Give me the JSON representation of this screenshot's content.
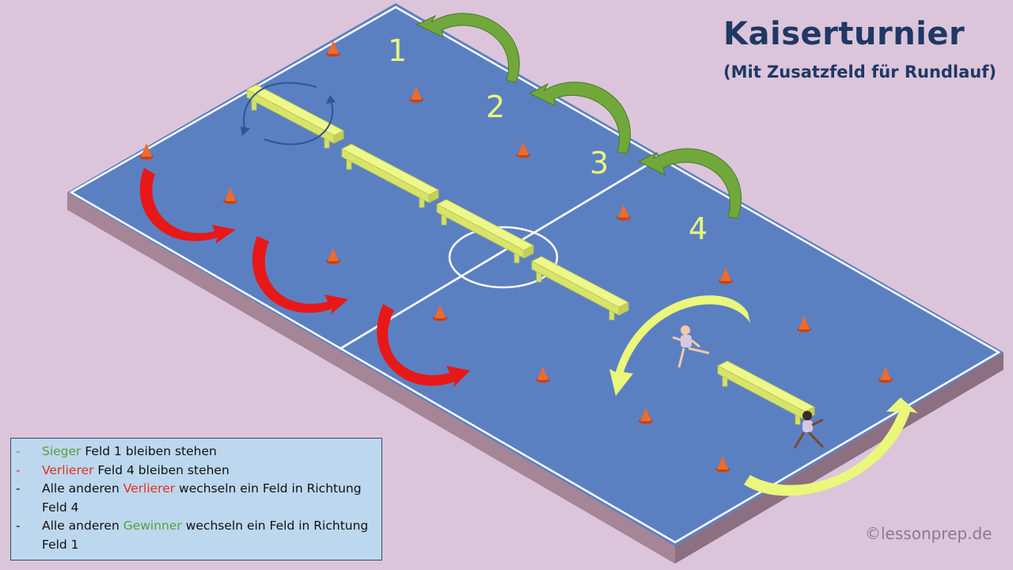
{
  "title": "Kaiserturnier",
  "subtitle": "(Mit Zusatzfeld für Rundlauf)",
  "field_numbers": [
    "1",
    "2",
    "3",
    "4"
  ],
  "copyright": "©lessonprep.de",
  "rules": [
    {
      "dash": "-",
      "parts": [
        {
          "text": "Sieger",
          "color": "green"
        },
        {
          "text": " Feld 1 bleiben stehen",
          "color": "default"
        }
      ]
    },
    {
      "dash": "-",
      "parts": [
        {
          "text": "Verlierer",
          "color": "red"
        },
        {
          "text": " Feld 4 bleiben stehen",
          "color": "default"
        }
      ]
    },
    {
      "dash": "-",
      "parts": [
        {
          "text": "Alle anderen ",
          "color": "default"
        },
        {
          "text": "Verlierer",
          "color": "red"
        },
        {
          "text": " wechseln ein Feld in Richtung Feld 4",
          "color": "default"
        }
      ]
    },
    {
      "dash": "-",
      "parts": [
        {
          "text": "Alle anderen ",
          "color": "default"
        },
        {
          "text": "Gewinner",
          "color": "green"
        },
        {
          "text": " wechseln ein Feld in Richtung Feld 1",
          "color": "default"
        }
      ]
    }
  ],
  "colors": {
    "background": "#dcc5da",
    "court": "#5a7fc0",
    "court_side": "#9e8090",
    "bench": "#e6f27a",
    "cone": "#f06a2a",
    "green_arrow": "#6ea33a",
    "red_arrow": "#e81818",
    "yellow_arrow": "#eaf77a",
    "rotation_arrow": "#2f5597",
    "title": "#1f3864"
  }
}
